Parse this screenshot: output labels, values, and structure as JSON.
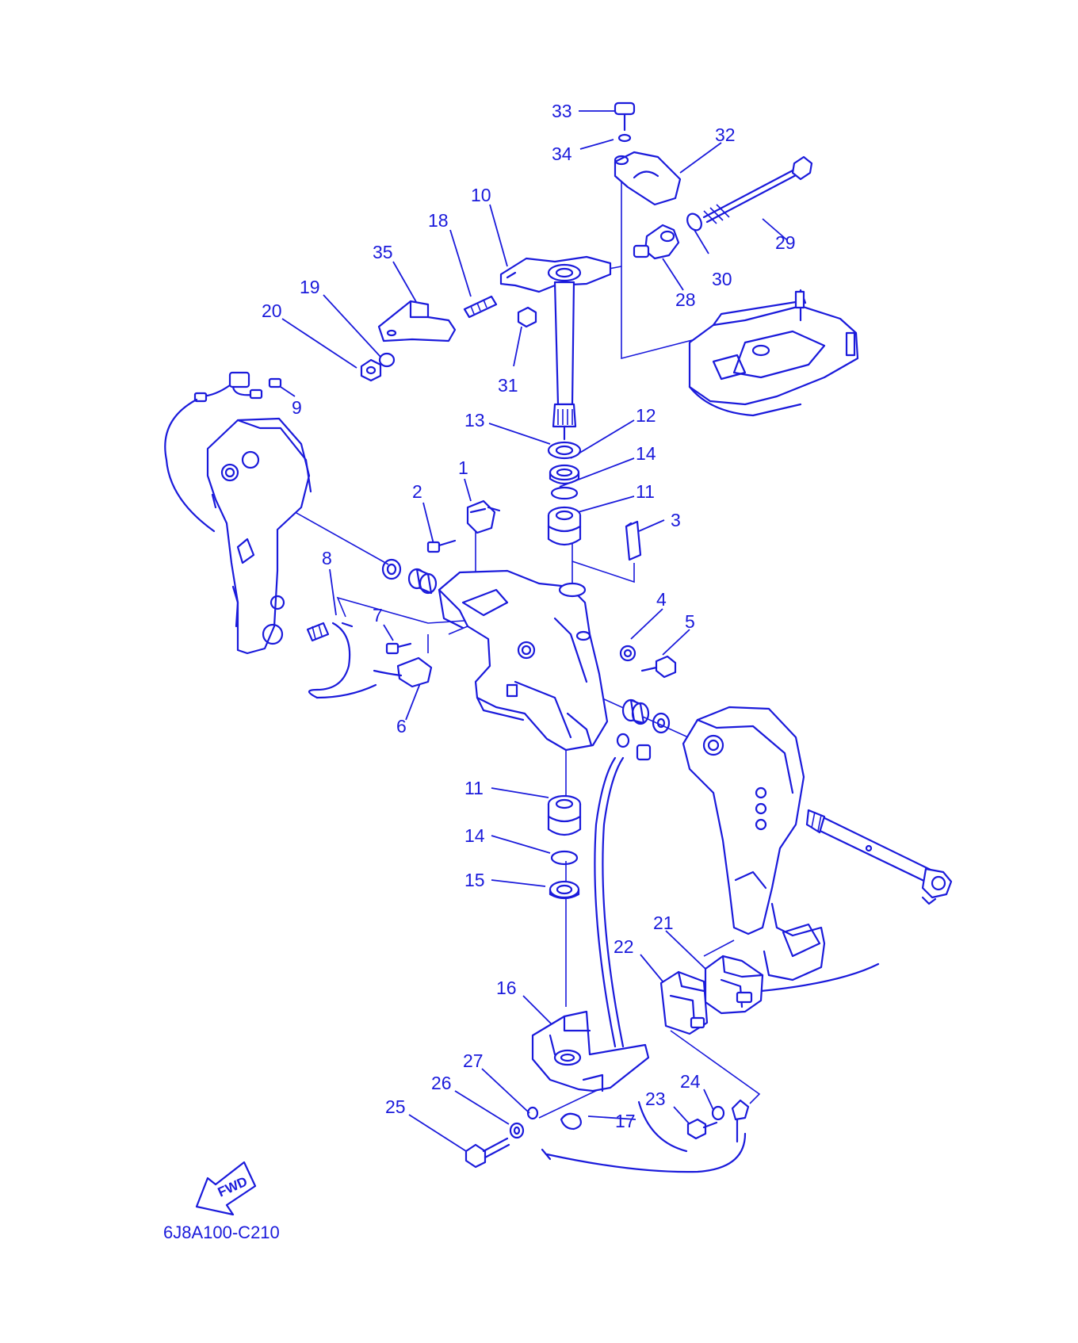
{
  "diagram": {
    "code": "6J8A100-C210",
    "fwd_label": "FWD",
    "accent_color": "#1a1adb",
    "background_color": "#ffffff",
    "callouts": [
      "1",
      "2",
      "3",
      "4",
      "5",
      "6",
      "7",
      "8",
      "9",
      "10",
      "11",
      "11",
      "12",
      "13",
      "14",
      "14",
      "15",
      "16",
      "17",
      "18",
      "19",
      "20",
      "21",
      "22",
      "23",
      "24",
      "25",
      "26",
      "27",
      "28",
      "29",
      "30",
      "31",
      "32",
      "33",
      "34",
      "35"
    ]
  }
}
